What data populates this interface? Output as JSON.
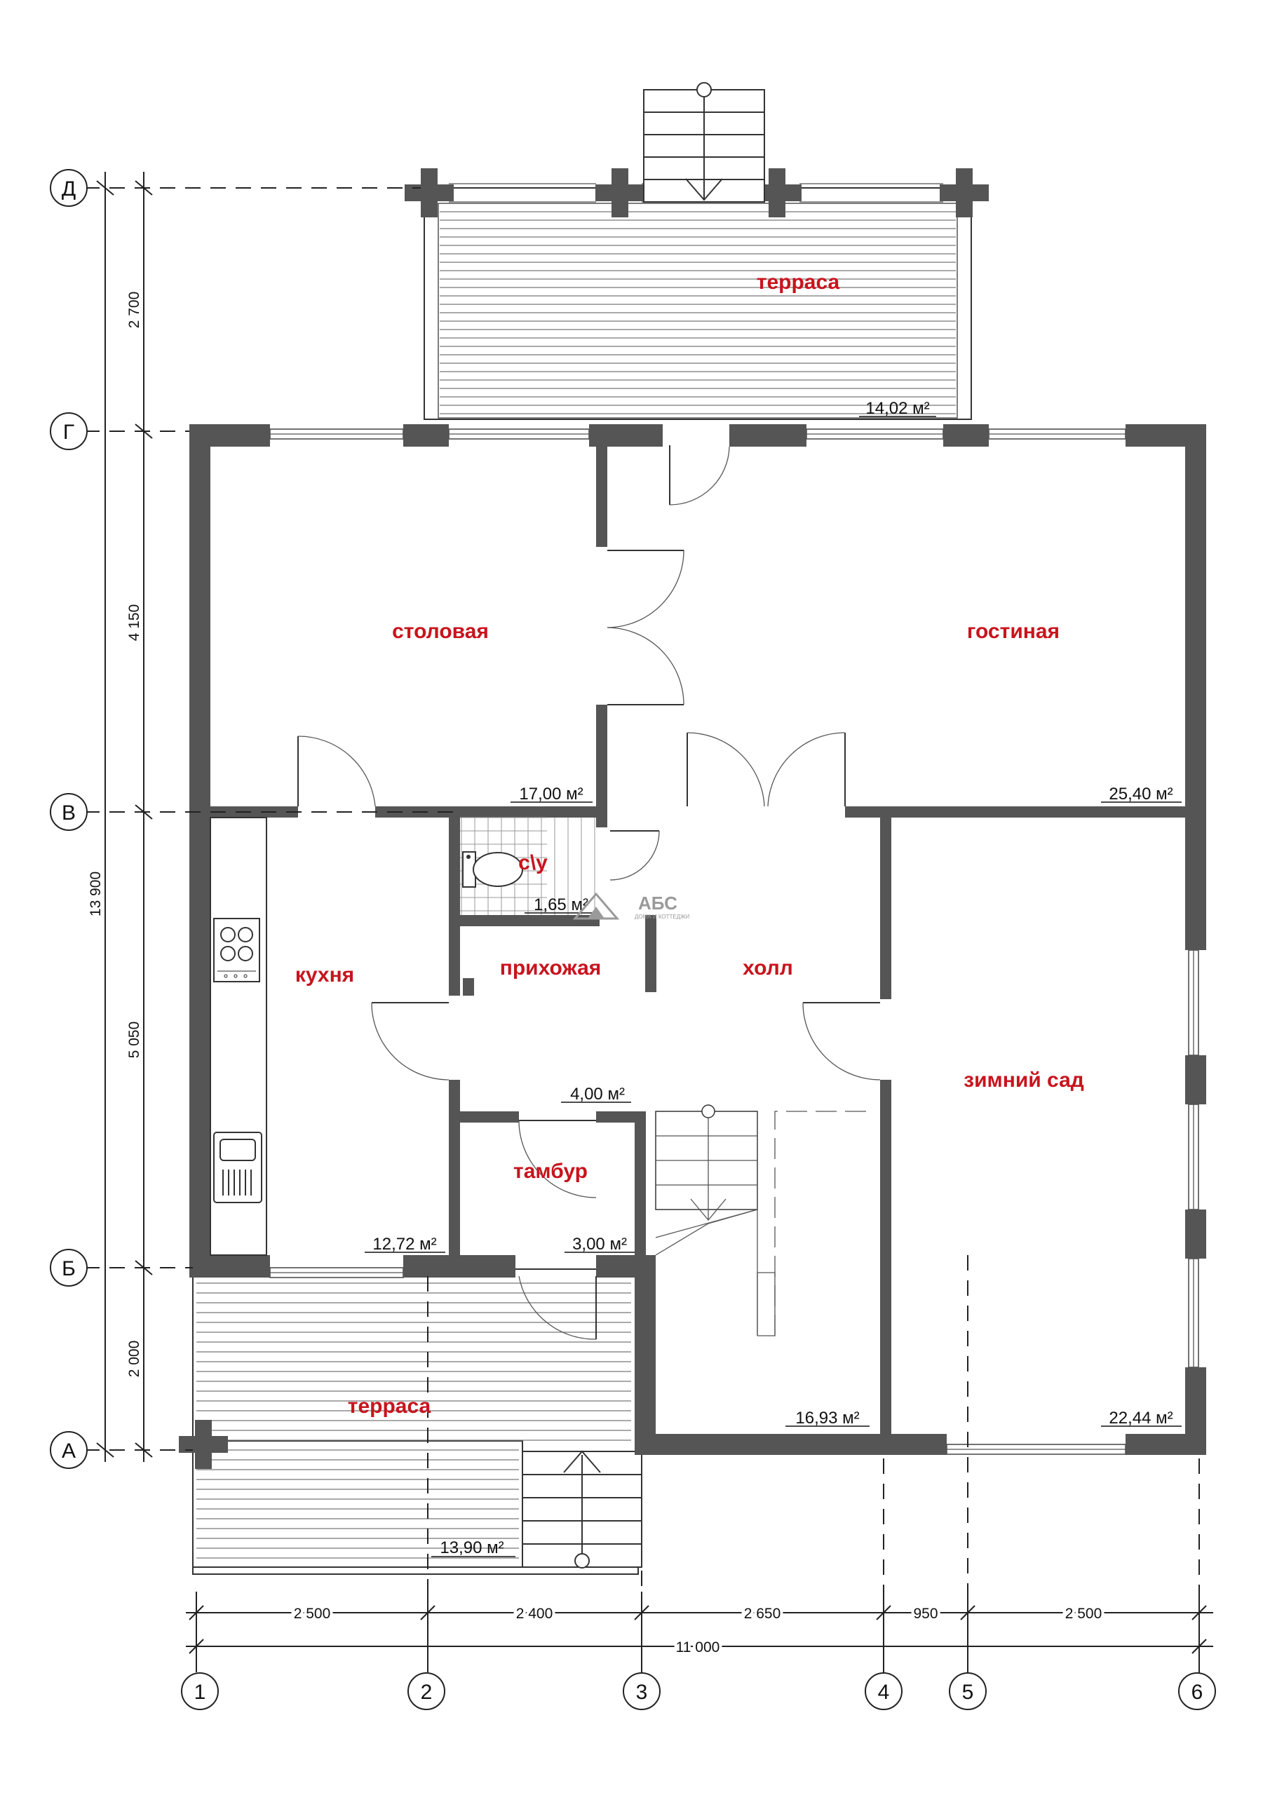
{
  "rooms": {
    "terrace_top": {
      "name": "терраса",
      "area": "14,02 м²"
    },
    "dining": {
      "name": "столовая",
      "area": "17,00 м²"
    },
    "living": {
      "name": "гостиная",
      "area": "25,40 м²"
    },
    "wc": {
      "name": "с\\у",
      "area": "1,65 м²"
    },
    "hallway": {
      "name": "прихожая"
    },
    "kitchen": {
      "name": "кухня",
      "area": "12,72 м²"
    },
    "hall": {
      "name": "холл",
      "area": "4,00 м²"
    },
    "winter_garden": {
      "name": "зимний сад",
      "area": "22,44 м²"
    },
    "vestibule": {
      "name": "тамбур",
      "area": "3,00 м²"
    },
    "stair_area": {
      "area": "16,93 м²"
    },
    "terrace_bottom": {
      "name": "терраса",
      "area": "13,90 м²"
    }
  },
  "axes": {
    "rows": [
      "Д",
      "Г",
      "В",
      "Б",
      "А"
    ],
    "cols": [
      "1",
      "2",
      "3",
      "4",
      "5",
      "6"
    ]
  },
  "dims": {
    "vertical": [
      "2 700",
      "4 150",
      "5 050",
      "2 000"
    ],
    "vertical_total": "13 900",
    "horizontal": [
      "2 500",
      "2 400",
      "2 650",
      "950",
      "2 500"
    ],
    "horizontal_total": "11 000"
  },
  "logo": {
    "text": "АБС",
    "subtitle": "ДОМА И КОТТЕДЖИ"
  },
  "colors": {
    "room_label": "#c8141e",
    "wall": "#555555"
  }
}
